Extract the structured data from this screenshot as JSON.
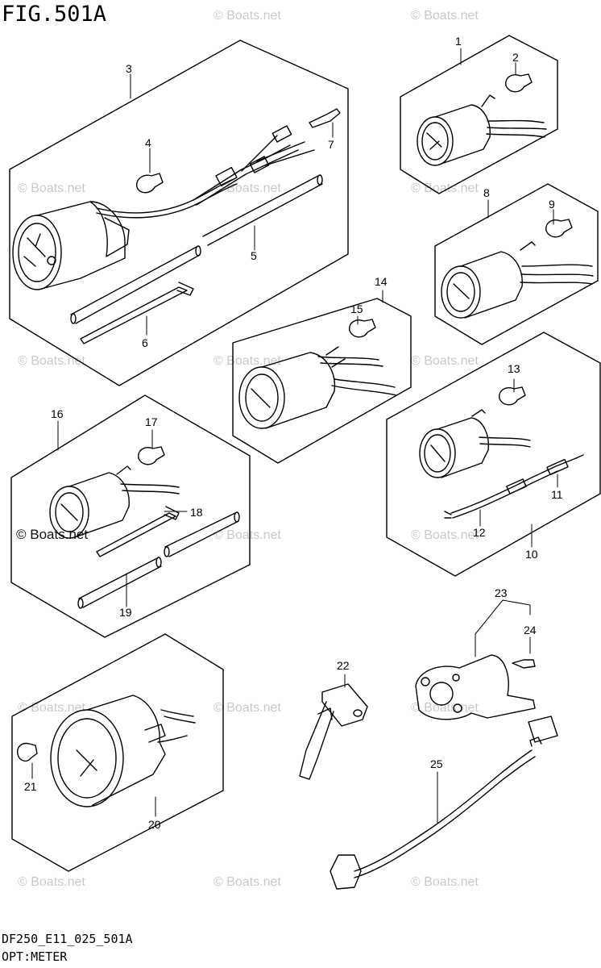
{
  "figure": {
    "title": "FIG.501A",
    "code": "DF250_E11_025_501A",
    "caption": "OPT:METER"
  },
  "watermark": {
    "text": "© Boats.net",
    "color": "#c9c9c9",
    "prominent_text": "© Boats.net"
  },
  "parts": [
    {
      "id": "p1",
      "number": "1"
    },
    {
      "id": "p2",
      "number": "2"
    },
    {
      "id": "p3",
      "number": "3"
    },
    {
      "id": "p4",
      "number": "4"
    },
    {
      "id": "p5",
      "number": "5"
    },
    {
      "id": "p6",
      "number": "6"
    },
    {
      "id": "p7",
      "number": "7"
    },
    {
      "id": "p8",
      "number": "8"
    },
    {
      "id": "p9",
      "number": "9"
    },
    {
      "id": "p10",
      "number": "10"
    },
    {
      "id": "p11",
      "number": "11"
    },
    {
      "id": "p12",
      "number": "12"
    },
    {
      "id": "p13",
      "number": "13"
    },
    {
      "id": "p14",
      "number": "14"
    },
    {
      "id": "p15",
      "number": "15"
    },
    {
      "id": "p16",
      "number": "16"
    },
    {
      "id": "p17",
      "number": "17"
    },
    {
      "id": "p18",
      "number": "18"
    },
    {
      "id": "p19",
      "number": "19"
    },
    {
      "id": "p20",
      "number": "20"
    },
    {
      "id": "p21",
      "number": "21"
    },
    {
      "id": "p22",
      "number": "22"
    },
    {
      "id": "p23",
      "number": "23"
    },
    {
      "id": "p24",
      "number": "24"
    },
    {
      "id": "p25",
      "number": "25"
    }
  ]
}
